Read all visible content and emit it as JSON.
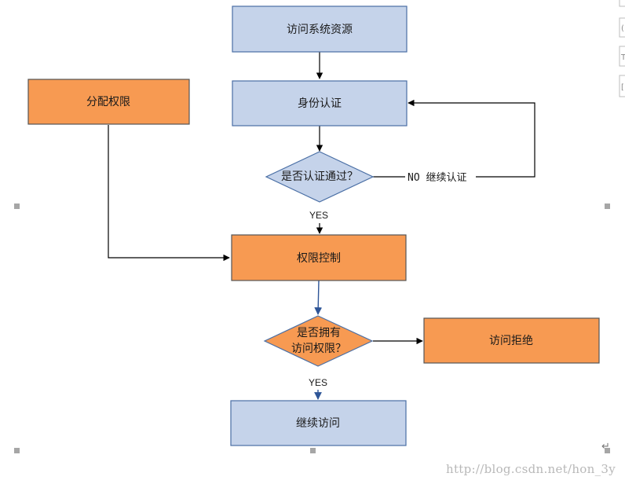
{
  "nodes": {
    "access_resource": "访问系统资源",
    "authentication": "身份认证",
    "auth_passed_question": "是否认证通过？",
    "assign_permissions": "分配权限",
    "permission_control": "权限控制",
    "has_permission_line1": "是否拥有",
    "has_permission_line2": "访问权限？",
    "access_denied": "访问拒绝",
    "continue_access": "继续访问"
  },
  "edges": {
    "no_continue_auth": "NO 继续认证",
    "yes_after_auth": "YES",
    "yes_after_permission": "YES"
  },
  "watermark": "http://blog.csdn.net/hon_3y",
  "paragraph_mark": "↵",
  "colors": {
    "blue_fill": "#c5d3ea",
    "blue_stroke": "#4a6fa5",
    "orange_fill": "#f79a52",
    "orange_stroke": "#555555",
    "connector_black": "#000000",
    "connector_blue": "#2e5597"
  }
}
